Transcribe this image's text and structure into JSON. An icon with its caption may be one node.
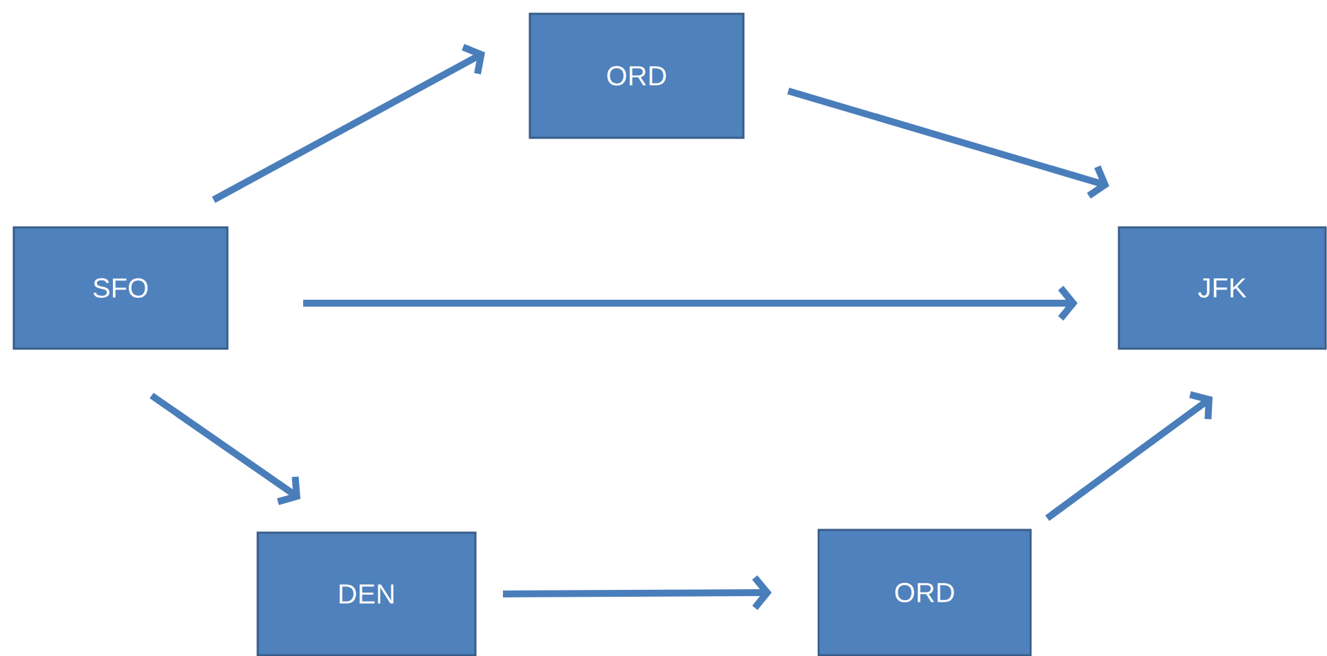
{
  "diagram": {
    "nodes": [
      {
        "text": [
          "SFO"
        ]
      },
      {
        "text": [
          "ORD"
        ]
      },
      {
        "text": [
          "JFK"
        ]
      },
      {
        "text": [
          "DEN"
        ]
      },
      {
        "text": [
          "ORD"
        ]
      }
    ],
    "edges": [
      {
        "from": 0,
        "to": 1,
        "arrow": "to"
      },
      {
        "from": 1,
        "to": 2,
        "arrow": "to"
      },
      {
        "from": 0,
        "to": 2,
        "arrow": "to"
      },
      {
        "from": 0,
        "to": 3,
        "arrow": "to"
      },
      {
        "from": 3,
        "to": 4,
        "arrow": "to"
      },
      {
        "from": 4,
        "to": 2,
        "arrow": "to"
      }
    ]
  }
}
